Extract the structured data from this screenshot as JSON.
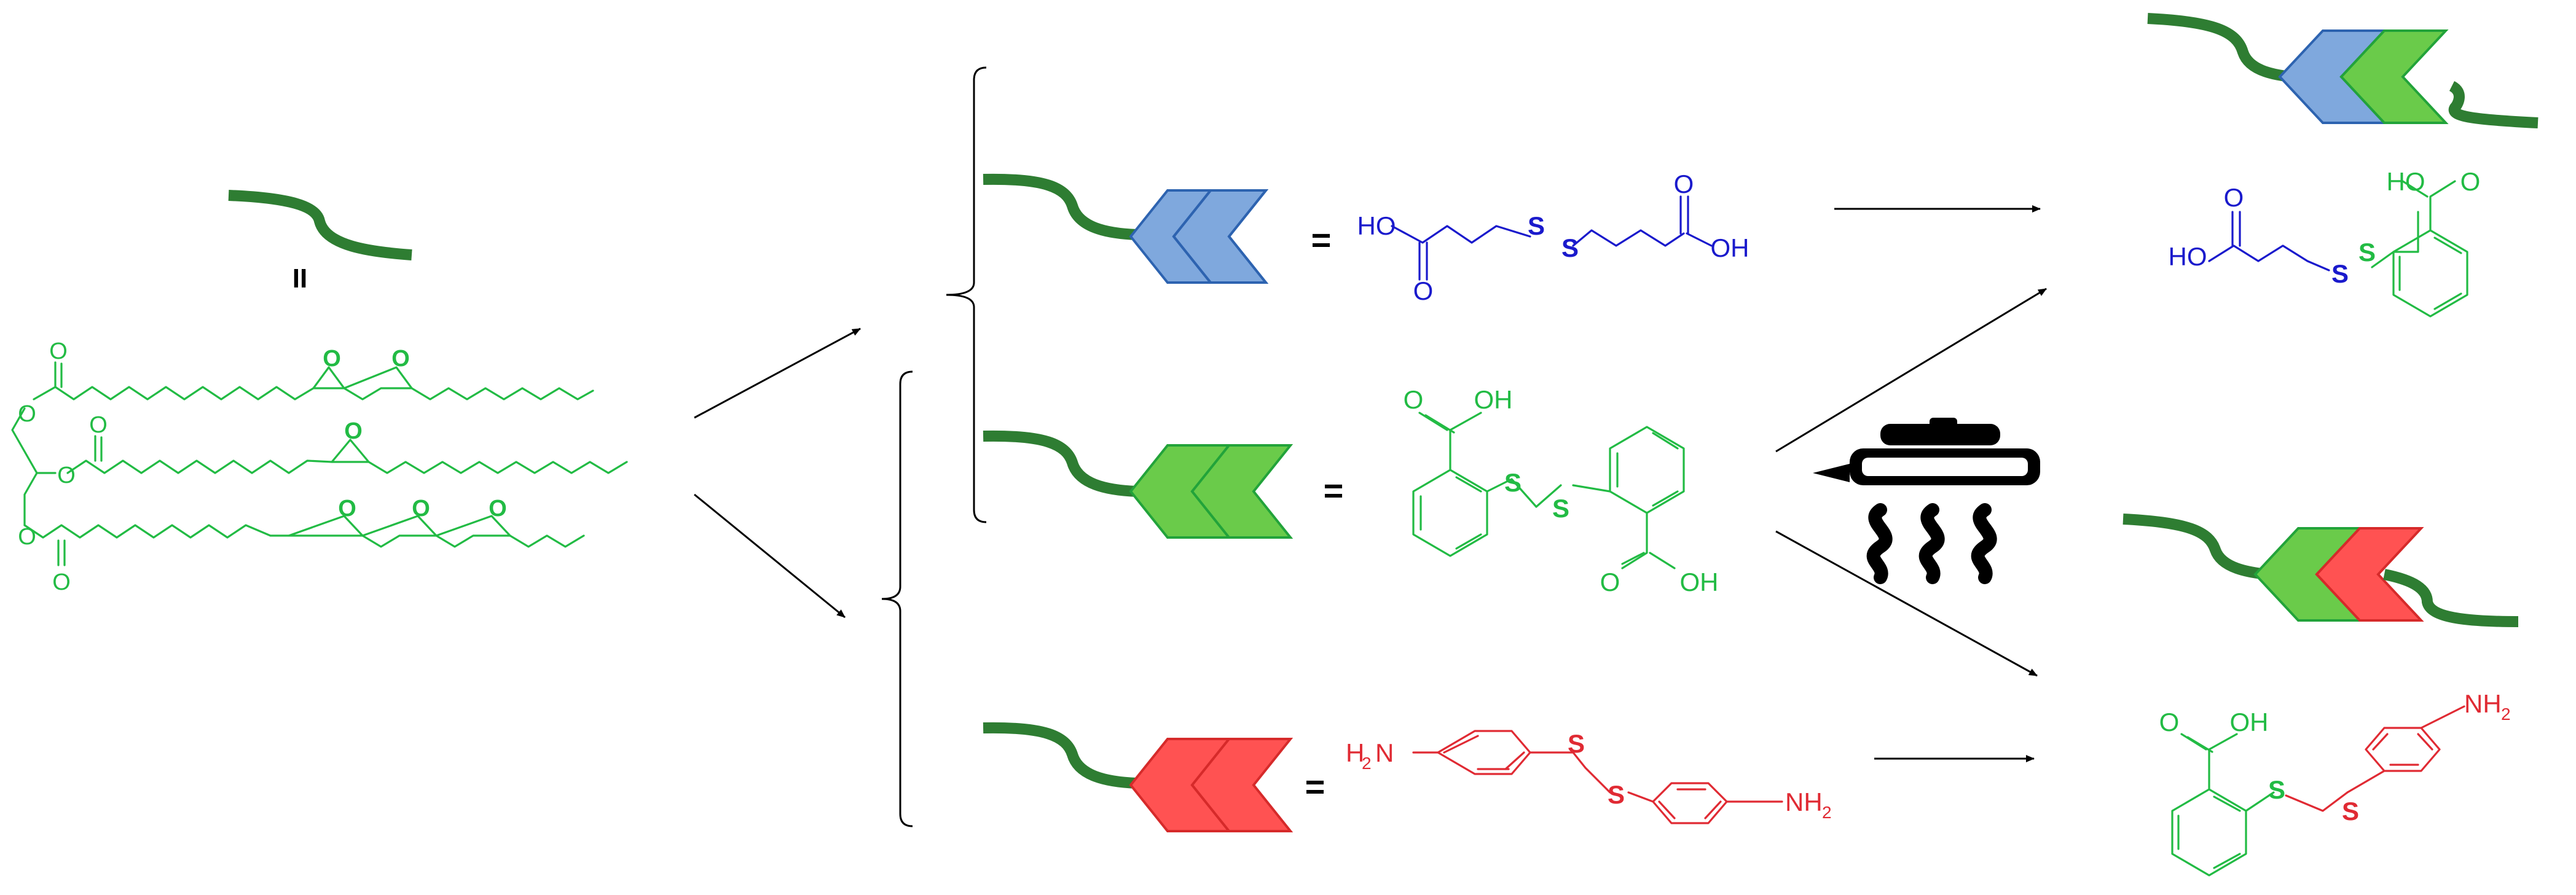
{
  "equals_sign": "=",
  "parallel_sign": "II",
  "colors": {
    "chain": "#2e7d32",
    "blue_fill": "#7fa8dd",
    "blue_stroke": "#2d63b0",
    "green_fill": "#6acb4a",
    "green_stroke": "#22a33a",
    "red_fill": "#ff5252",
    "red_stroke": "#d62a2a",
    "green_text": "#22bb44",
    "blue_text": "#1a1acc",
    "red_text": "#e02a33"
  },
  "epoxy_oil": {
    "atoms": [
      "O",
      "O",
      "O",
      "O",
      "O",
      "O",
      "O",
      "O",
      "O",
      "O",
      "O",
      "O"
    ]
  },
  "blue_disulfide": {
    "atoms": [
      "HO",
      "O",
      "S",
      "S",
      "O",
      "OH"
    ]
  },
  "green_disulfide": {
    "atoms": [
      "O",
      "OH",
      "S",
      "S",
      "O",
      "OH"
    ]
  },
  "red_disulfide": {
    "atoms": [
      "H",
      "2",
      "N",
      "S",
      "S",
      "NH",
      "2"
    ]
  },
  "product_blue_green": {
    "atoms": [
      "HO",
      "O",
      "HO",
      "O",
      "S",
      "S"
    ]
  },
  "product_green_red": {
    "atoms": [
      "O",
      "OH",
      "S",
      "S",
      "NH",
      "2"
    ]
  },
  "heat_icon": "heat-press-icon"
}
